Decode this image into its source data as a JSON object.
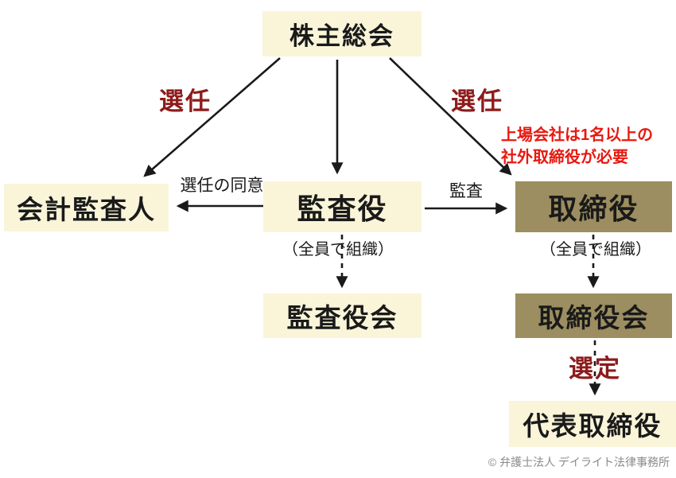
{
  "colors": {
    "background": "#ffffff",
    "box_cream": "#faf5d9",
    "box_khaki": "#9c8e60",
    "box_text": "#1a1a1a",
    "edge_label_dark_red": "#8e1b1b",
    "note_red": "#e8190f",
    "arrow_black": "#1a1a1a",
    "copyright_gray": "#8a8a8a"
  },
  "nodes": {
    "shareholders_meeting": "株主総会",
    "accounting_auditor": "会計監査人",
    "auditor": "監査役",
    "director": "取締役",
    "board_of_auditors": "監査役会",
    "board_of_directors": "取締役会",
    "representative_director": "代表取締役"
  },
  "edge_labels": {
    "appoint_left": "選任",
    "appoint_right": "選任",
    "appointment_consent": "選任の同意",
    "audit": "監査",
    "select": "選定",
    "organized_by_all_left": "（全員で組織）",
    "organized_by_all_right": "（全員で組織）"
  },
  "note": {
    "line1": "上場会社は1名以上の",
    "line2": "社外取締役が必要"
  },
  "copyright": "© 弁護士法人 デイライト法律事務所"
}
